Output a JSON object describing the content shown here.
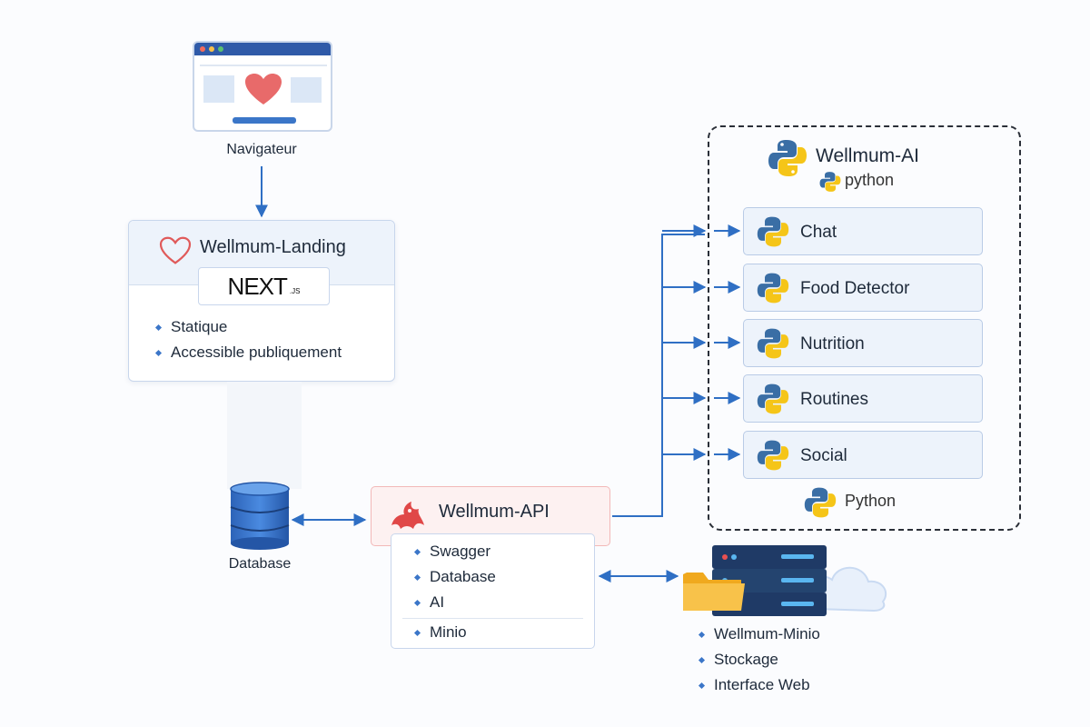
{
  "browser": {
    "label": "Navigateur"
  },
  "landing": {
    "title": "Wellmum-Landing",
    "framework": "NEXT",
    "framework_suffix": ".JS",
    "features": [
      "Statique",
      "Accessible publiquement"
    ]
  },
  "database": {
    "label": "Database"
  },
  "api": {
    "title": "Wellmum-API",
    "features": [
      "Swagger",
      "Database",
      "AI"
    ],
    "extra": "Minio"
  },
  "ai": {
    "title": "Wellmum-AI",
    "subtitle": "python",
    "footer": "Python",
    "modules": [
      "Chat",
      "Food Detector",
      "Nutrition",
      "Routines",
      "Social"
    ]
  },
  "minio": {
    "features": [
      "Wellmum-Minio",
      "Stockage",
      "Interface Web"
    ]
  },
  "colors": {
    "arrow": "#2f6fc4",
    "python_blue": "#3a6ea5",
    "python_yellow": "#f5c518",
    "heart": "#e05a5a",
    "browser_bar": "#2f5aa8"
  }
}
